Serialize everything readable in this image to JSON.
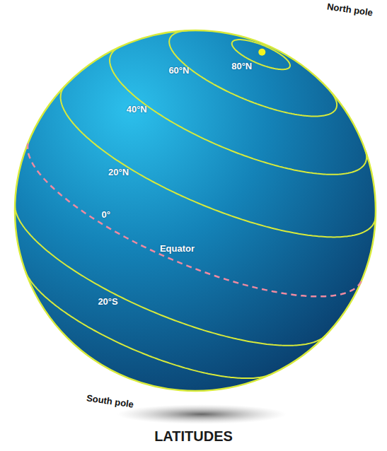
{
  "diagram": {
    "caption": "LATITUDES",
    "labels": [
      "North pole",
      "80°N",
      "60°N",
      "40°N",
      "20°N",
      "0°",
      "Equator",
      "20°S",
      "South pole"
    ]
  }
}
